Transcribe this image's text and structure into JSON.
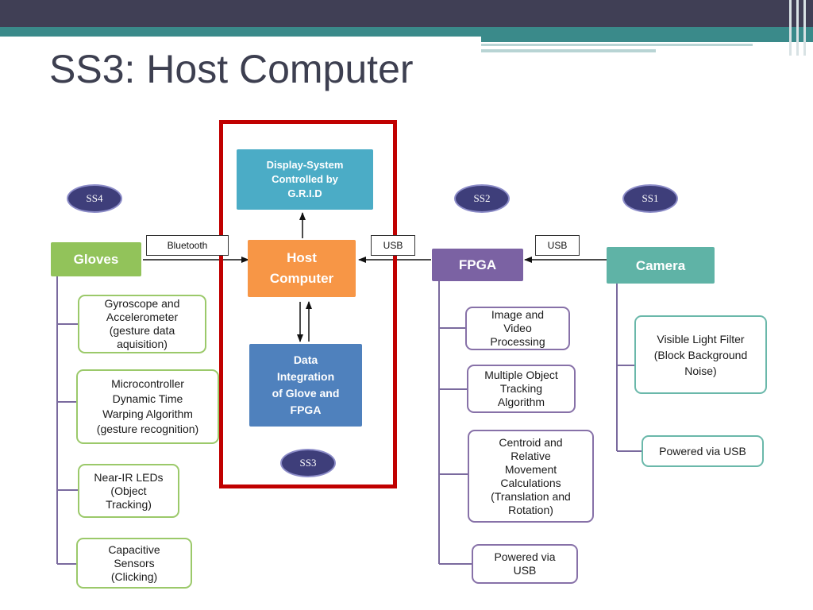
{
  "slide": {
    "title": "SS3: Host Computer"
  },
  "badges": {
    "ss4": "SS4",
    "ss3": "SS3",
    "ss2": "SS2",
    "ss1": "SS1"
  },
  "links": {
    "bluetooth": "Bluetooth",
    "usb_host": "USB",
    "usb_fpga": "USB"
  },
  "host": {
    "display": "Display-System\nControlled by\nG.R.I.D",
    "computer": "Host\nComputer",
    "data": "Data\nIntegration\nof Glove and\nFPGA"
  },
  "gloves": {
    "label": "Gloves",
    "items": [
      "Gyroscope and\nAccelerometer\n(gesture data\naquisition)",
      "Microcontroller\nDynamic Time\nWarping Algorithm\n(gesture recognition)",
      "Near-IR LEDs\n(Object\nTracking)",
      "Capacitive\nSensors\n(Clicking)"
    ]
  },
  "fpga": {
    "label": "FPGA",
    "items": [
      "Image and\nVideo\nProcessing",
      "Multiple Object\nTracking\nAlgorithm",
      "Centroid and\nRelative\nMovement\nCalculations\n(Translation and\nRotation)",
      "Powered via\nUSB"
    ]
  },
  "camera": {
    "label": "Camera",
    "items": [
      "Visible Light Filter\n(Block Background\nNoise)",
      "Powered via USB"
    ]
  },
  "colors": {
    "gloves": "#92c35a",
    "fpga": "#7b62a3",
    "camera": "#5fb3a6",
    "host": "#f79646",
    "display": "#4bacc6",
    "data": "#4f81bd",
    "highlight": "#c00000",
    "badge": "#3e3e7a"
  }
}
